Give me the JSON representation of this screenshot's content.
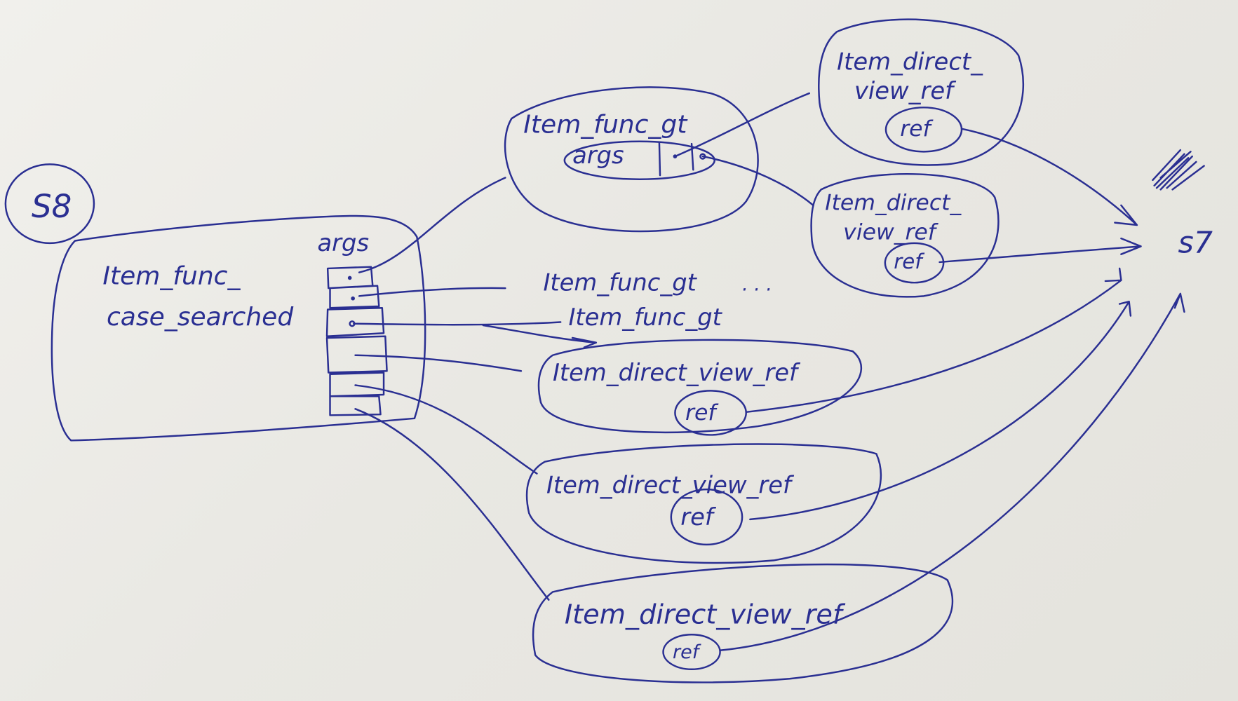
{
  "colors": {
    "ink": "#2a2f92",
    "paper": "#ecebe6"
  },
  "s8_label": "S8",
  "s7_label": "s7",
  "main_node": {
    "line1": "Item_func_",
    "line2": "case_searched",
    "args_label": "args"
  },
  "gt_node": {
    "title": "Item_func_gt",
    "args_label": "args"
  },
  "top_ref_node": {
    "line1": "Item_direct_",
    "line2": "view_ref",
    "ref": "ref"
  },
  "second_ref_node": {
    "line1": "Item_direct_",
    "line2": "view_ref",
    "ref": "ref"
  },
  "gt_text_1": "Item_func_gt",
  "gt_text_1_ellipsis": ". . .",
  "gt_text_2": "Item_func_gt",
  "ref_nodes": [
    {
      "title": "Item_direct_view_ref",
      "ref": "ref"
    },
    {
      "title": "Item_direct_view_ref",
      "ref": "ref"
    },
    {
      "title": "Item_direct_view_ref",
      "ref": "ref"
    }
  ]
}
